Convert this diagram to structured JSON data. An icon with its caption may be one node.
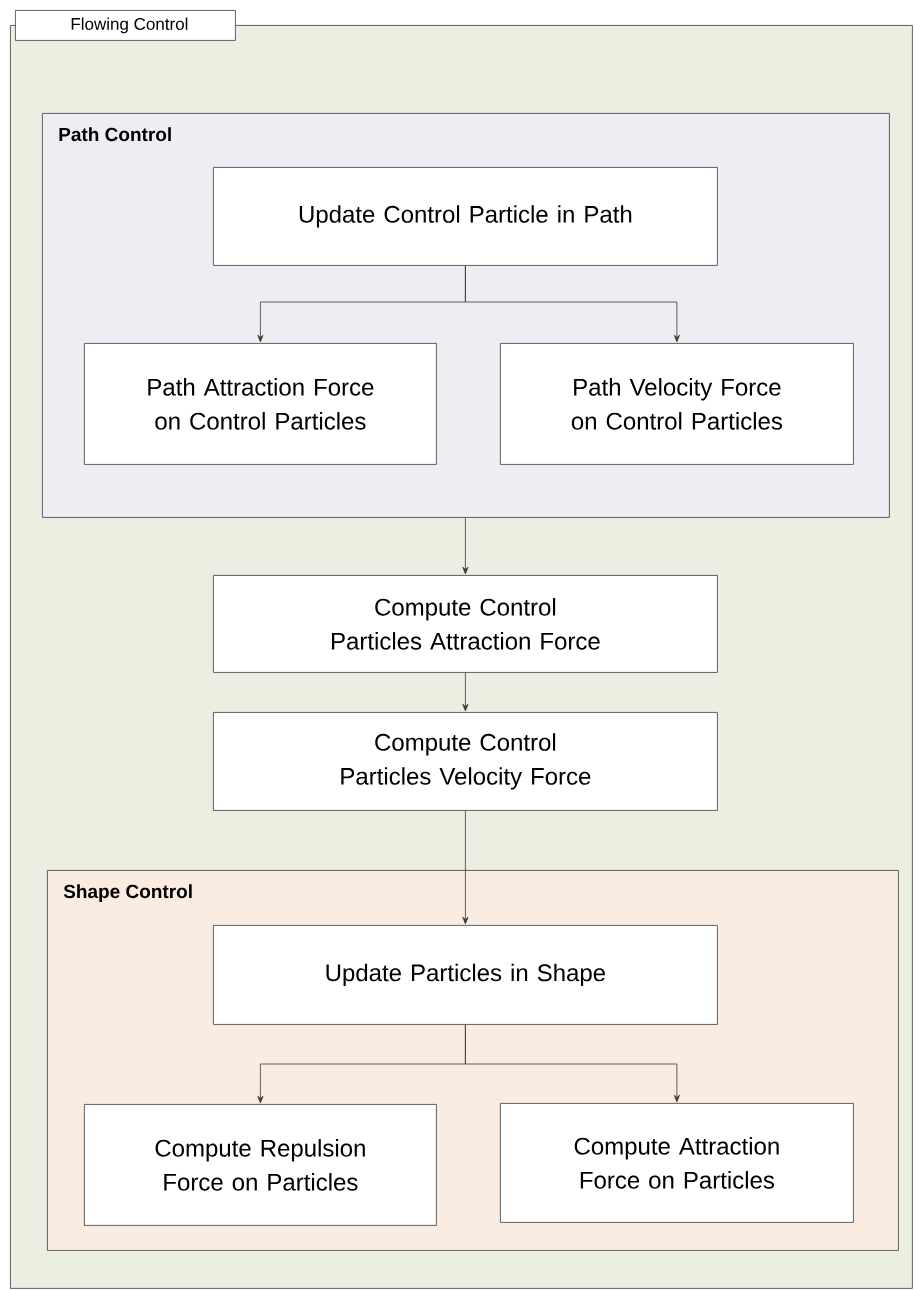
{
  "diagram": {
    "nodes": [
      {
        "text": [
          "Flowing Control"
        ]
      },
      {
        "text": [
          "Path Control"
        ],
        "in": 0
      },
      {
        "text": [
          "Update Control Particle in Path"
        ],
        "in": 1
      },
      {
        "text": [
          "Path Attraction Force on Control Particles"
        ],
        "in": 1
      },
      {
        "text": [
          "Path Velocity Force on Control Particles"
        ],
        "in": 1
      },
      {
        "text": [
          "Compute Control Particles Attraction Force"
        ],
        "in": 0
      },
      {
        "text": [
          "Compute Control Particles Velocity Force"
        ],
        "in": 0
      },
      {
        "text": [
          "Shape Control"
        ],
        "in": 0
      },
      {
        "text": [
          "Update Particles in Shape"
        ],
        "in": 7
      },
      {
        "text": [
          "Compute Repulsion Force on Particles"
        ],
        "in": 7
      },
      {
        "text": [
          "Compute Attraction Force on Particles"
        ],
        "in": 7
      }
    ],
    "edges": [
      {
        "from": 2,
        "to": 3,
        "arrow": "to"
      },
      {
        "from": 2,
        "to": 4,
        "arrow": "to"
      },
      {
        "from": 1,
        "to": 5,
        "arrow": "to"
      },
      {
        "from": 5,
        "to": 6,
        "arrow": "to"
      },
      {
        "from": 6,
        "to": 8,
        "arrow": "to"
      },
      {
        "from": 8,
        "to": 9,
        "arrow": "to"
      },
      {
        "from": 8,
        "to": 10,
        "arrow": "to"
      }
    ]
  }
}
